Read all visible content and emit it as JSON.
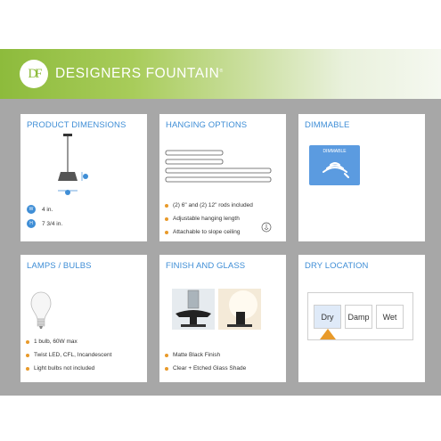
{
  "header": {
    "logo_text": "DF",
    "brand": "DESIGNERS FOUNTAIN",
    "brand_mark": "®"
  },
  "colors": {
    "accent_blue": "#3f8ed6",
    "bullet_orange": "#e89a2a",
    "banner_green": "#8dbb3c",
    "panel_gray": "#a7a7a7"
  },
  "product_dimensions": {
    "title": "PRODUCT DIMENSIONS",
    "width_code": "W",
    "width_value": "4 in.",
    "height_code": "H",
    "height_value": "7 3/4 in."
  },
  "hanging_options": {
    "title": "HANGING OPTIONS",
    "items": [
      "(2) 6\" and (2) 12\" rods included",
      "Adjustable hanging length",
      "Attachable to slope ceiling"
    ]
  },
  "dimmable": {
    "title": "DIMMABLE",
    "badge": "DIMMABLE",
    "icon": "dimmer-waves-icon"
  },
  "lamps": {
    "title": "LAMPS / BULBS",
    "items": [
      "1 bulb, 60W max",
      "Twist LED, CFL, Incandescent",
      "Light bulbs not included"
    ]
  },
  "finish": {
    "title": "FINISH AND GLASS",
    "items": [
      "Matte Black Finish",
      "Clear + Etched Glass Shade"
    ]
  },
  "dry_location": {
    "title": "DRY LOCATION",
    "options": [
      "Dry",
      "Damp",
      "Wet"
    ],
    "selected": "Dry"
  }
}
